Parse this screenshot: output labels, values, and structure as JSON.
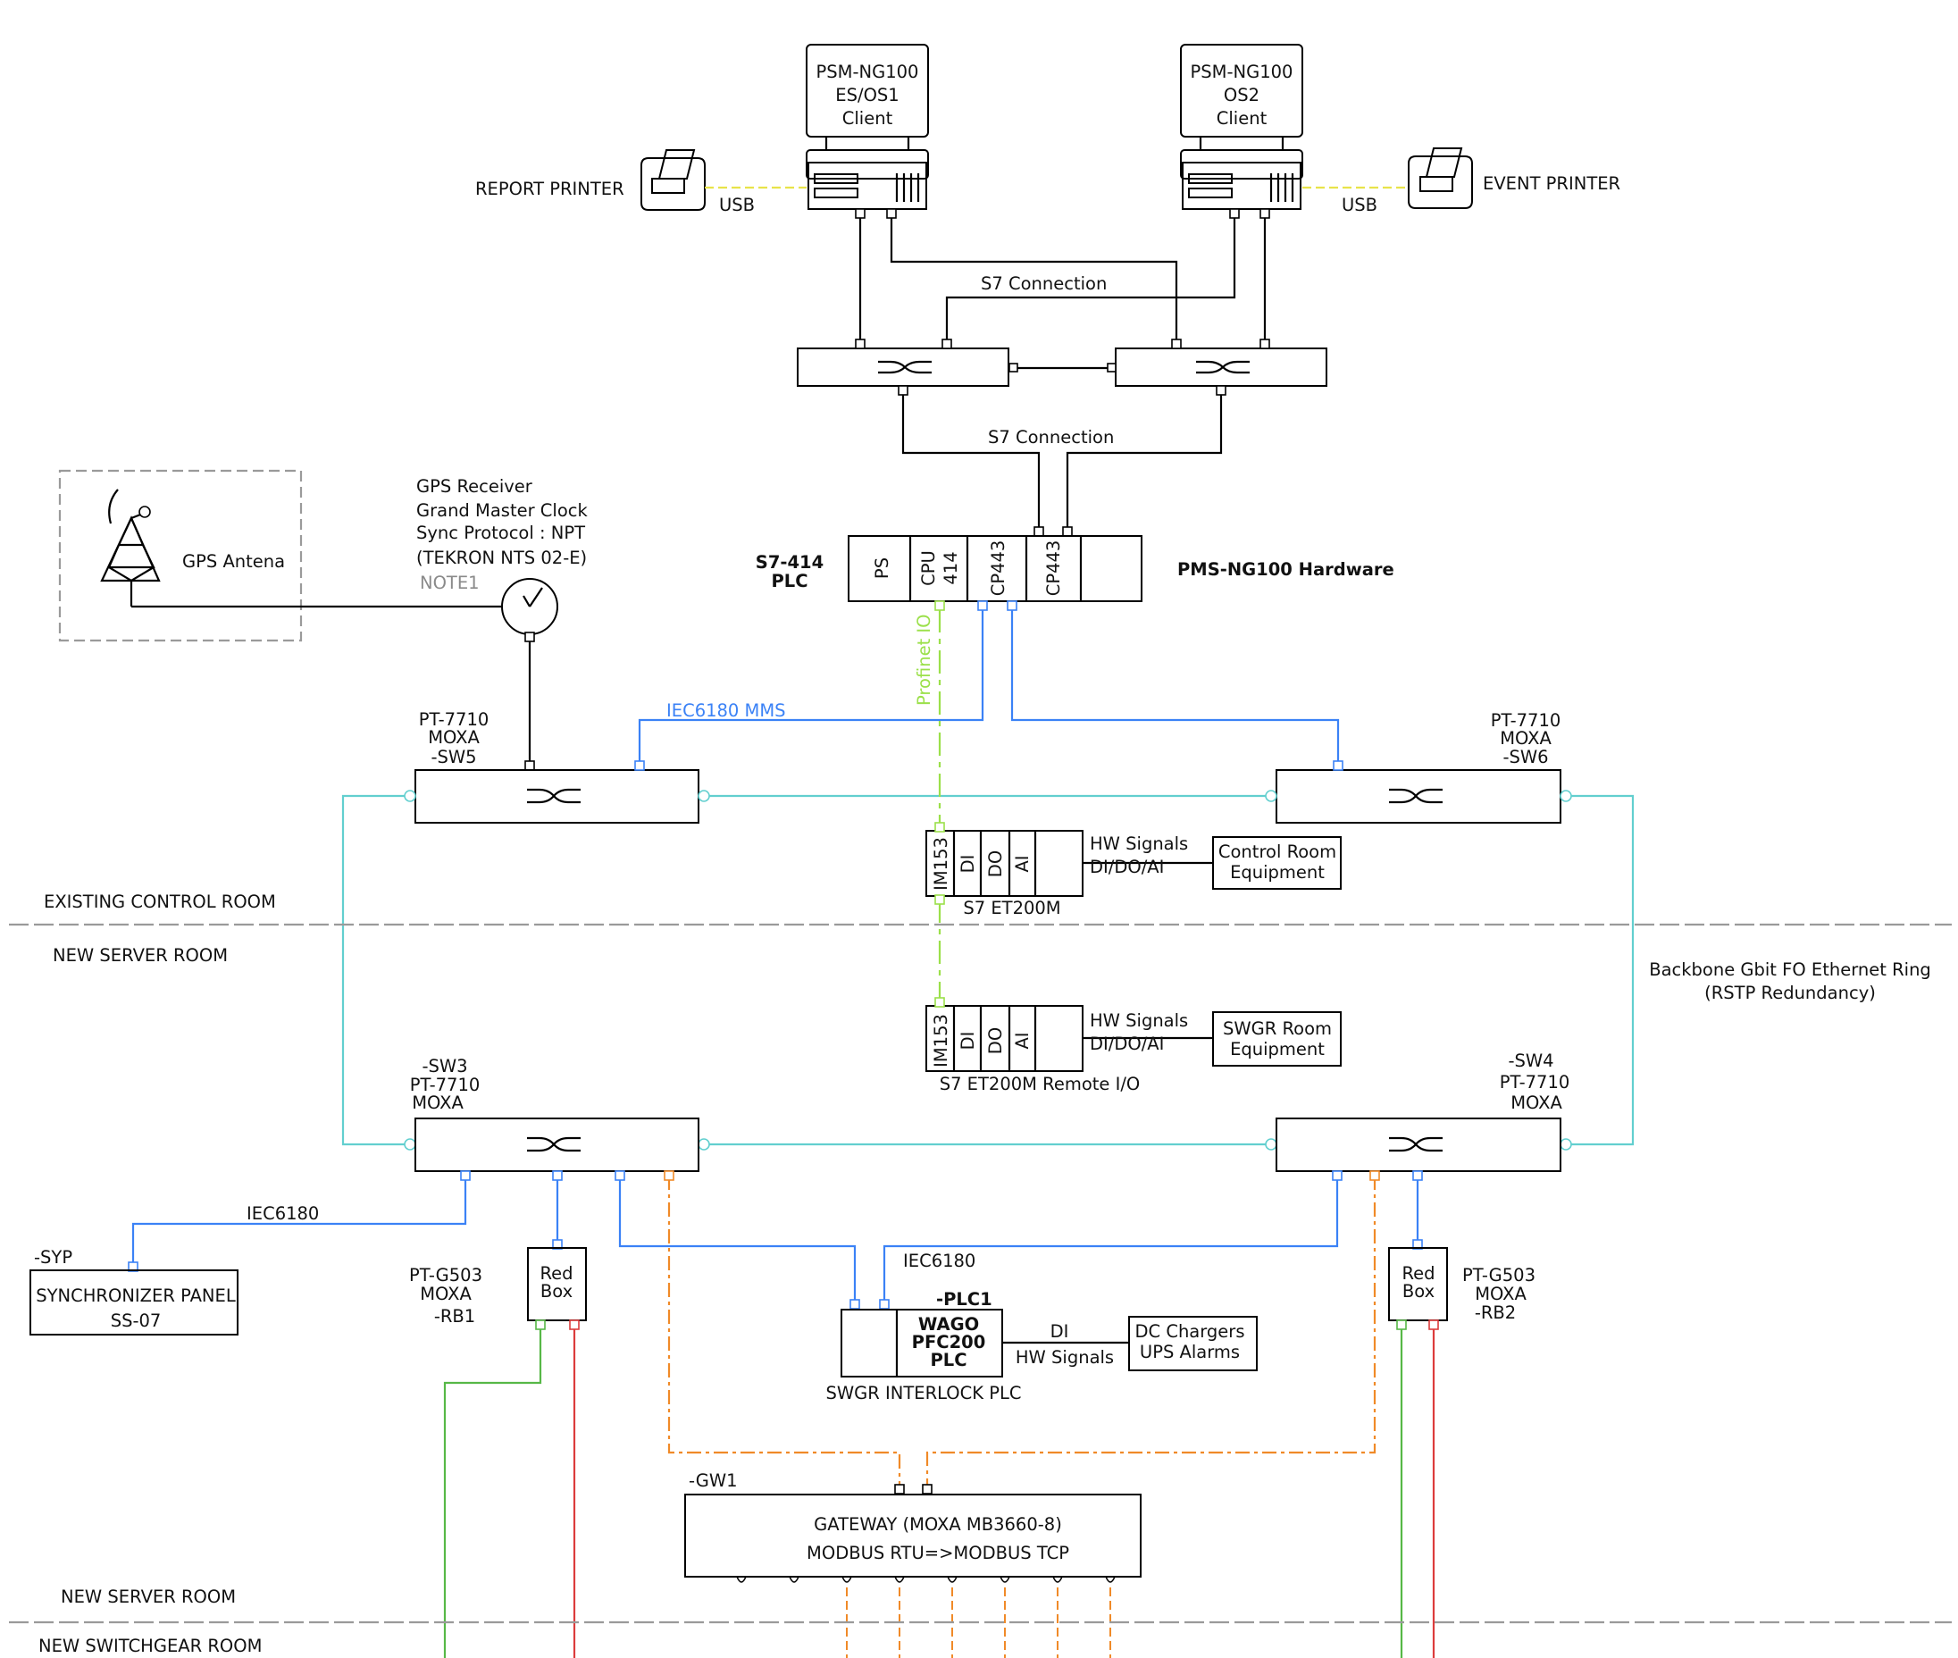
{
  "colors": {
    "black": "#000000",
    "iec_blue": "#3b82f6",
    "ring_teal": "#62cfcf",
    "profinet_green": "#9be04a",
    "green_cable": "#57b847",
    "red_cable": "#dc3c3c",
    "modbus_orange": "#f08a28",
    "usb_yellow": "#e8e34a",
    "note_gray": "#8a8a8a"
  },
  "clients": {
    "es_os1": {
      "line1": "PSM-NG100",
      "line2": "ES/OS1",
      "line3": "Client"
    },
    "os2": {
      "line1": "PSM-NG100",
      "line2": "OS2",
      "line3": "Client"
    }
  },
  "printers": {
    "report": "REPORT PRINTER",
    "event": "EVENT PRINTER",
    "usb": "USB"
  },
  "connections": {
    "s7": "S7 Connection",
    "iec6180_mms": "IEC6180 MMS",
    "iec6180": "IEC6180",
    "profinet": "Profinet IO"
  },
  "gps": {
    "antenna": "GPS Antena",
    "receiver_lines": [
      "GPS Receiver",
      "Grand Master Clock",
      "Sync Protocol : NPT",
      "(TEKRON NTS 02-E)"
    ],
    "note": "NOTE1"
  },
  "plc": {
    "label_line1": "S7-414",
    "label_line2": "PLC",
    "hardware": "PMS-NG100 Hardware",
    "modules": [
      "PS",
      "CPU\n414",
      "CP443",
      "CP443"
    ]
  },
  "switches": {
    "sw5": [
      "PT-7710",
      "MOXA",
      "-SW5"
    ],
    "sw6": [
      "PT-7710",
      "MOXA",
      "-SW6"
    ],
    "sw3": [
      "-SW3",
      "PT-7710",
      "MOXA"
    ],
    "sw4": [
      "-SW4",
      "PT-7710",
      "MOXA"
    ]
  },
  "et200m_1": {
    "modules": [
      "IM153",
      "DI",
      "DO",
      "AI"
    ],
    "caption": "S7 ET200M",
    "signal_line1": "HW Signals",
    "signal_line2": "DI/DO/AI",
    "equipment_line1": "Control Room",
    "equipment_line2": "Equipment"
  },
  "et200m_2": {
    "modules": [
      "IM153",
      "DI",
      "DO",
      "AI"
    ],
    "caption": "S7 ET200M Remote I/O",
    "signal_line1": "HW Signals",
    "signal_line2": "DI/DO/AI",
    "equipment_line1": "SWGR Room",
    "equipment_line2": "Equipment"
  },
  "rooms": {
    "existing_control": "EXISTING CONTROL ROOM",
    "new_server": "NEW SERVER ROOM",
    "new_server_bottom": "NEW SERVER ROOM",
    "new_switchgear": "NEW SWITCHGEAR ROOM"
  },
  "backbone": {
    "line1": "Backbone Gbit FO Ethernet Ring",
    "line2": "(RSTP Redundancy)"
  },
  "sync_panel": {
    "tag": "-SYP",
    "line1": "SYNCHRONIZER PANEL",
    "line2": "SS-07"
  },
  "redbox1": {
    "inner1": "Red",
    "inner2": "Box",
    "label": [
      "PT-G503",
      "MOXA",
      "-RB1"
    ]
  },
  "redbox2": {
    "inner1": "Red",
    "inner2": "Box",
    "label": [
      "PT-G503",
      "MOXA",
      "-RB2"
    ]
  },
  "wago": {
    "tag": "-PLC1",
    "line1": "WAGO",
    "line2": "PFC200",
    "line3": "PLC",
    "caption": "SWGR INTERLOCK PLC",
    "signal_line1": "DI",
    "signal_line2": "HW Signals",
    "dc_line1": "DC Chargers",
    "dc_line2": "UPS Alarms"
  },
  "gateway": {
    "tag": "-GW1",
    "line1": "GATEWAY (MOXA MB3660-8)",
    "line2": "MODBUS RTU=>MODBUS TCP"
  }
}
